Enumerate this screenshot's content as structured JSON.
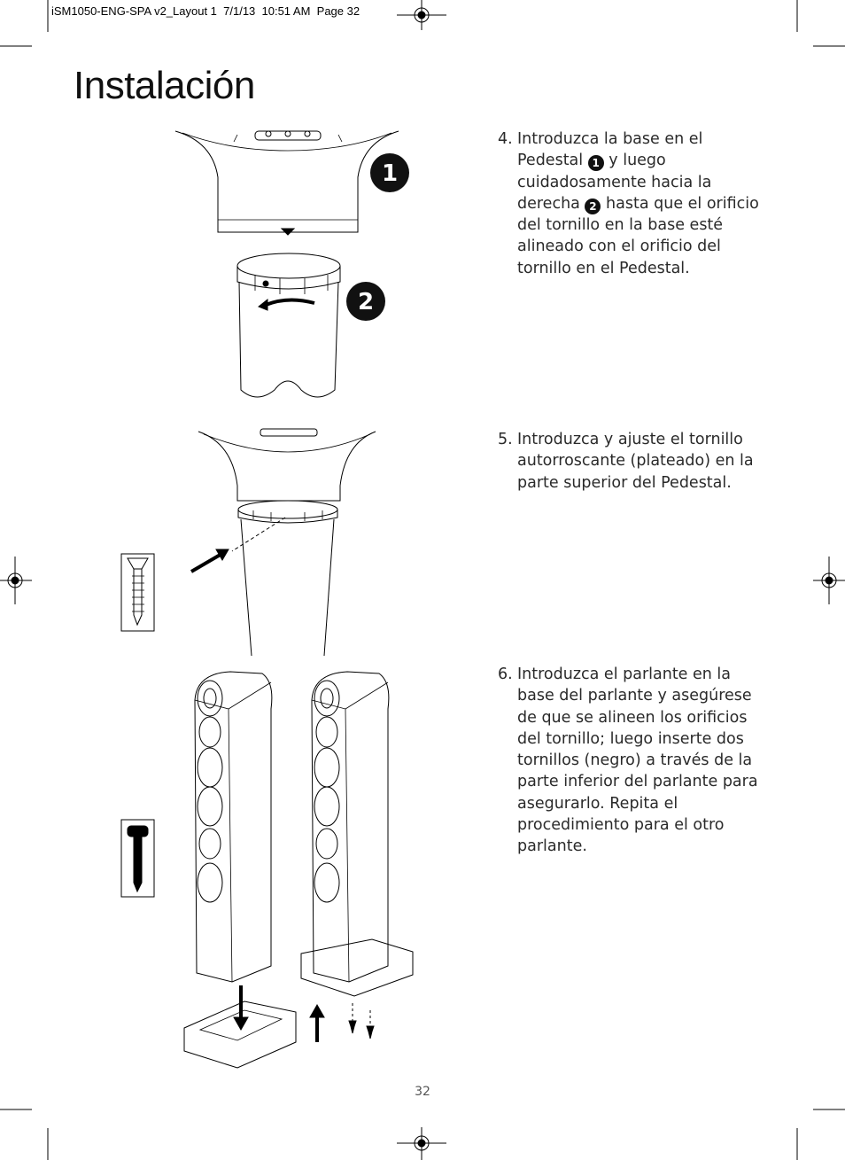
{
  "slug": "iSM1050-ENG-SPA v2_Layout 1  7/1/13  10:51 AM  Page 32",
  "title": "Instalación",
  "steps": [
    {
      "number": "4.",
      "parts": [
        "Introduzca la base en el Pedestal",
        "y luego cuidadosamente hacia la derecha",
        "hasta que el orificio del tornillo en la base esté alineado con el orificio del tornillo en el Pedestal."
      ],
      "badges": [
        "1",
        "2"
      ]
    },
    {
      "number": "5.",
      "text": "Introduzca y ajuste el tornillo autorroscante (plateado) en la parte superior del Pedestal."
    },
    {
      "number": "6.",
      "text": "Introduzca el parlante en la base del parlante y asegúrese de que se alineen los orificios del tornillo; luego inserte dos tornillos (negro) a través de la parte inferior del parlante para asegurarlo. Repita el procedimiento para el otro parlante."
    }
  ],
  "figure_callouts": [
    "1",
    "2"
  ],
  "page_number": "32"
}
